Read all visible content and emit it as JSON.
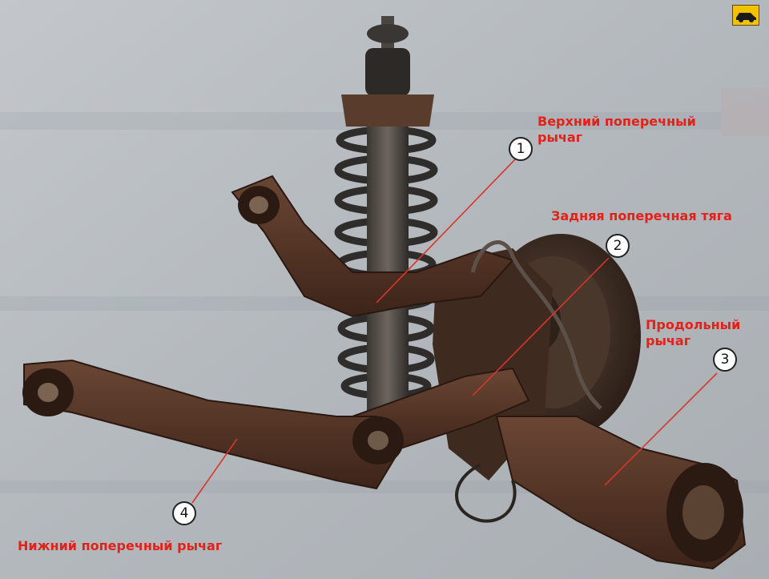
{
  "callouts": [
    {
      "number": "1",
      "text_lines": [
        "Верхний поперечный",
        "рычаг"
      ]
    },
    {
      "number": "2",
      "text_lines": [
        "Задняя поперечная тяга"
      ]
    },
    {
      "number": "3",
      "text_lines": [
        "Продольный",
        "рычаг"
      ]
    },
    {
      "number": "4",
      "text_lines": [
        "Нижний поперечный рычаг"
      ]
    }
  ],
  "colors": {
    "label": "#e32119",
    "leader_line": "#d9352b",
    "logo": "#f2c200"
  },
  "icons": [
    "car-logo-icon"
  ]
}
